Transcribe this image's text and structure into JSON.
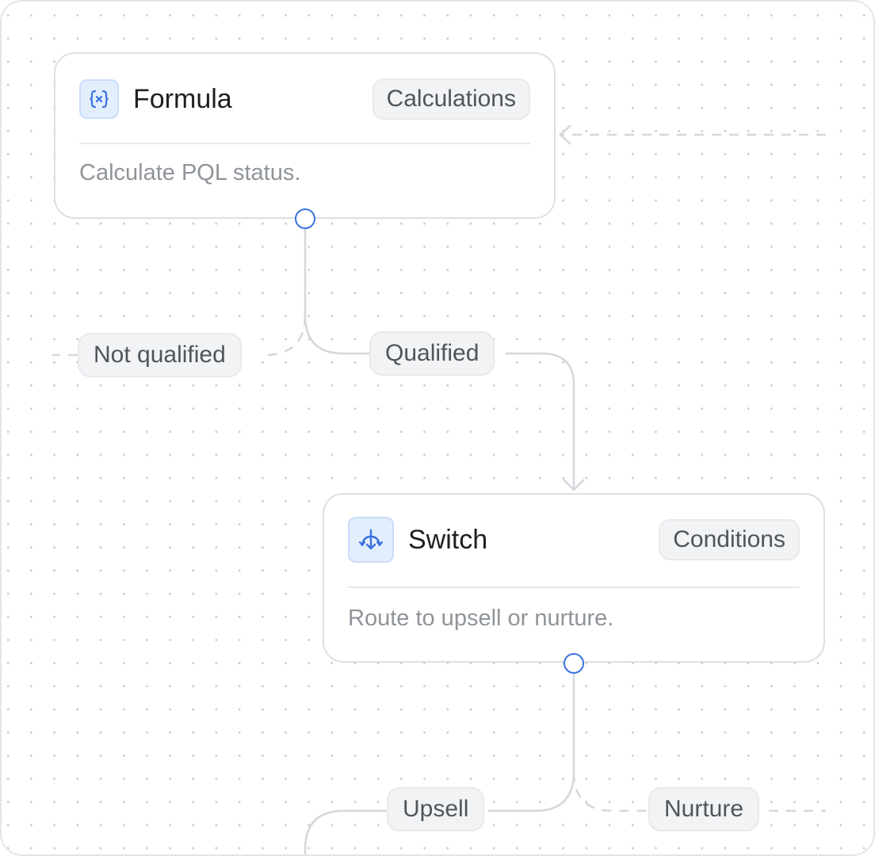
{
  "nodes": [
    {
      "id": "formula",
      "icon": "formula-braces-icon",
      "title": "Formula",
      "tag": "Calculations",
      "description": "Calculate PQL status."
    },
    {
      "id": "switch",
      "icon": "switch-branch-icon",
      "title": "Switch",
      "tag": "Conditions",
      "description": "Route to upsell or nurture."
    }
  ],
  "edges": {
    "not_qualified": "Not qualified",
    "qualified": "Qualified",
    "upsell": "Upsell",
    "nurture": "Nurture"
  },
  "colors": {
    "accent": "#3a73e0",
    "icon_bg": "#e3eefd",
    "wire": "#d4d7db",
    "tag_bg": "#f1f3f5"
  }
}
